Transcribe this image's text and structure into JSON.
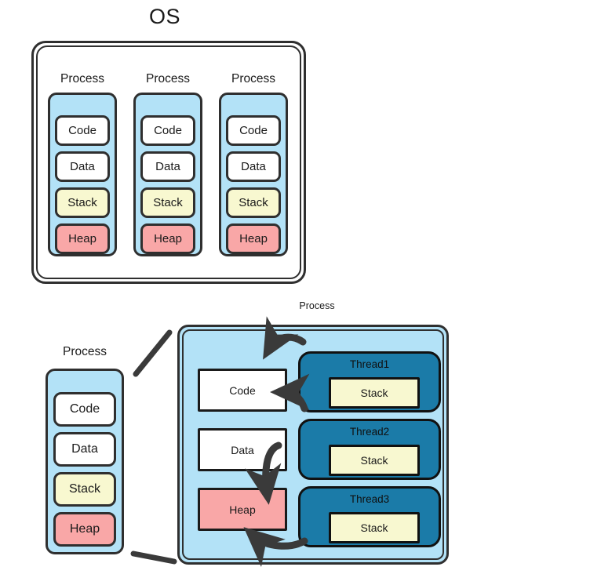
{
  "diagram": {
    "title": "OS",
    "os_section": {
      "label": "OS",
      "processes": [
        {
          "label": "Process",
          "segments": [
            {
              "name": "Code",
              "color": "#ffffff"
            },
            {
              "name": "Data",
              "color": "#ffffff"
            },
            {
              "name": "Stack",
              "color": "#f8f8d0"
            },
            {
              "name": "Heap",
              "color": "#f9a7a7"
            }
          ]
        },
        {
          "label": "Process",
          "segments": [
            {
              "name": "Code",
              "color": "#ffffff"
            },
            {
              "name": "Data",
              "color": "#ffffff"
            },
            {
              "name": "Stack",
              "color": "#f8f8d0"
            },
            {
              "name": "Heap",
              "color": "#f9a7a7"
            }
          ]
        },
        {
          "label": "Process",
          "segments": [
            {
              "name": "Code",
              "color": "#ffffff"
            },
            {
              "name": "Data",
              "color": "#ffffff"
            },
            {
              "name": "Stack",
              "color": "#f8f8d0"
            },
            {
              "name": "Heap",
              "color": "#f9a7a7"
            }
          ]
        }
      ]
    },
    "detail_section": {
      "small_process": {
        "label": "Process",
        "segments": [
          {
            "name": "Code",
            "color": "#ffffff"
          },
          {
            "name": "Data",
            "color": "#ffffff"
          },
          {
            "name": "Stack",
            "color": "#f8f8d0"
          },
          {
            "name": "Heap",
            "color": "#f9a7a7"
          }
        ]
      },
      "big_process": {
        "label": "Process",
        "memory": [
          {
            "name": "Code",
            "color": "#ffffff"
          },
          {
            "name": "Data",
            "color": "#ffffff"
          },
          {
            "name": "Heap",
            "color": "#f9a7a7"
          }
        ],
        "threads": [
          {
            "name": "Thread1",
            "stack_label": "Stack"
          },
          {
            "name": "Thread2",
            "stack_label": "Stack"
          },
          {
            "name": "Thread3",
            "stack_label": "Stack"
          }
        ]
      }
    },
    "colors": {
      "process_fill": "#b3e2f7",
      "thread_fill": "#1b7ba8",
      "stack_fill": "#f8f8d0",
      "heap_fill": "#f9a7a7",
      "code_fill": "#ffffff",
      "stroke": "#2f2f2f",
      "arrow": "#3a3a3a"
    }
  }
}
